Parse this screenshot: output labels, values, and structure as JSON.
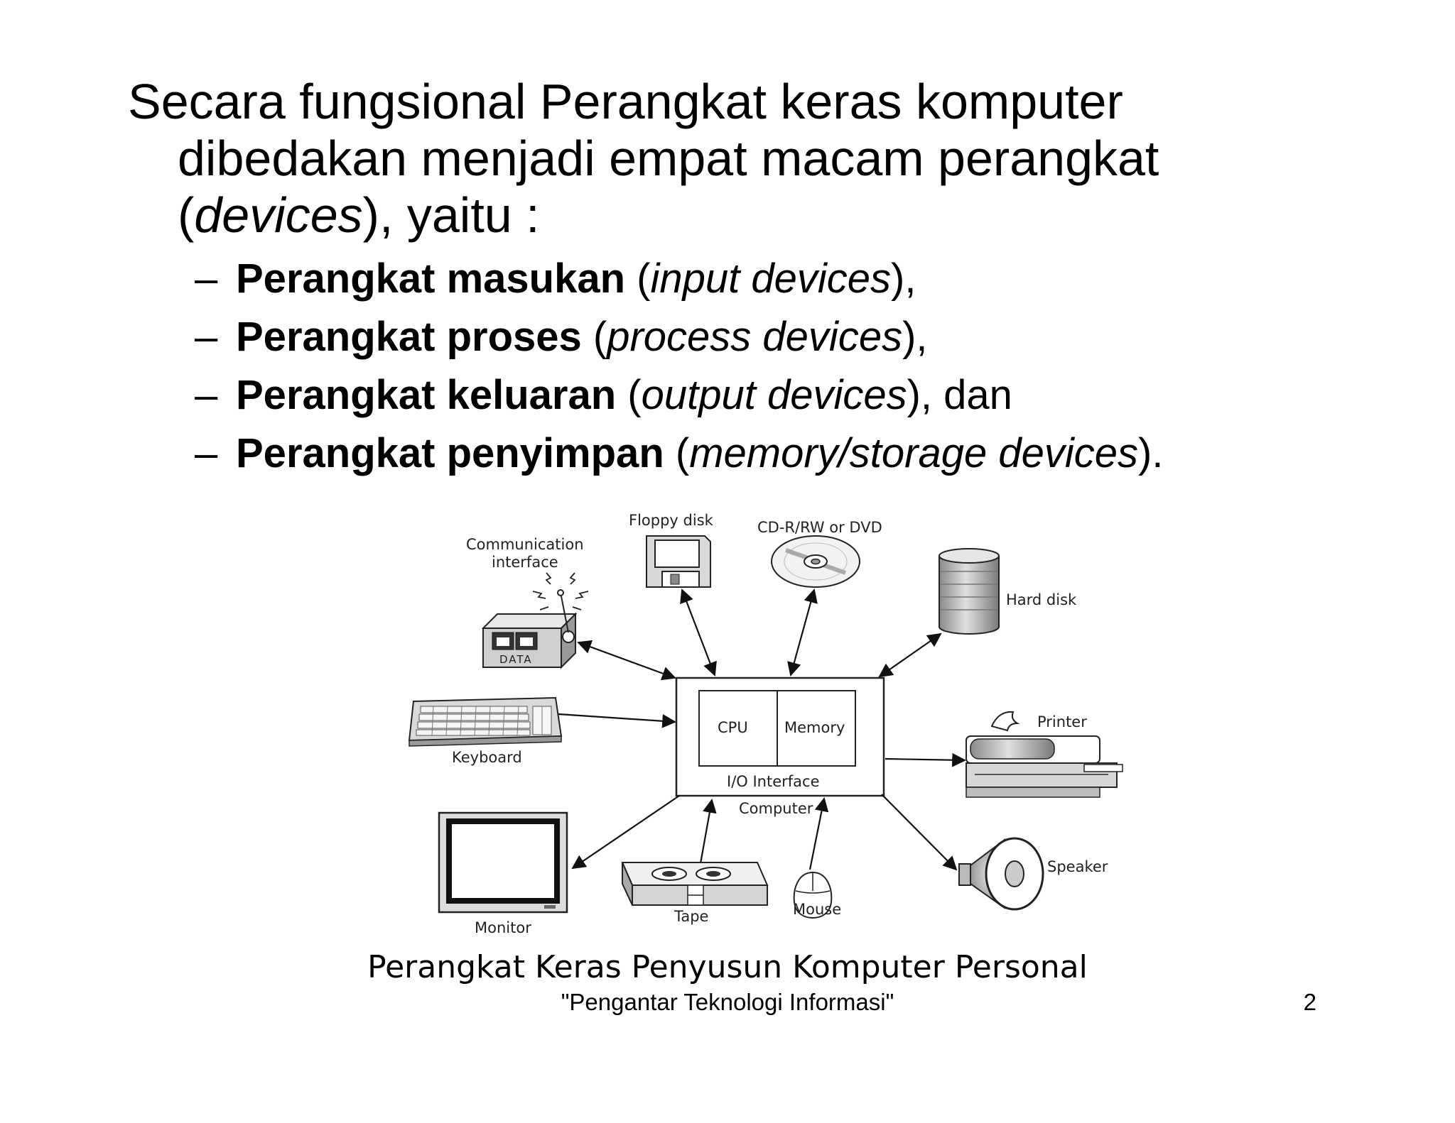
{
  "intro": {
    "line1": "Secara fungsional Perangkat keras komputer",
    "line2": "dibedakan menjadi empat macam perangkat",
    "line3_open": "(",
    "line3_italic": "devices",
    "line3_rest": "), yaitu :"
  },
  "bullets": [
    {
      "dash": "–",
      "bold": "Perangkat masukan",
      "open": " (",
      "italic": "input devices",
      "close": "),"
    },
    {
      "dash": "–",
      "bold": "Perangkat proses",
      "open": " (",
      "italic": "process devices",
      "close": "),"
    },
    {
      "dash": "–",
      "bold": "Perangkat keluaran",
      "open": " (",
      "italic": "output devices",
      "close": "), dan"
    },
    {
      "dash": "–",
      "bold": "Perangkat penyimpan",
      "open": " (",
      "italic": "memory/storage devices",
      "close": ")."
    }
  ],
  "diagram": {
    "labels": {
      "communication": "Communication",
      "interface": "interface",
      "data": "DATA",
      "floppy": "Floppy disk",
      "cd": "CD-R/RW or DVD",
      "harddisk": "Hard disk",
      "keyboard": "Keyboard",
      "cpu": "CPU",
      "memory": "Memory",
      "io": "I/O Interface",
      "computer": "Computer",
      "printer": "Printer",
      "monitor": "Monitor",
      "tape": "Tape",
      "mouse": "Mouse",
      "speaker": "Speaker"
    }
  },
  "caption": "Perangkat Keras Penyusun Komputer Personal",
  "footer": "\"Pengantar Teknologi Informasi\"",
  "page_number": "2"
}
